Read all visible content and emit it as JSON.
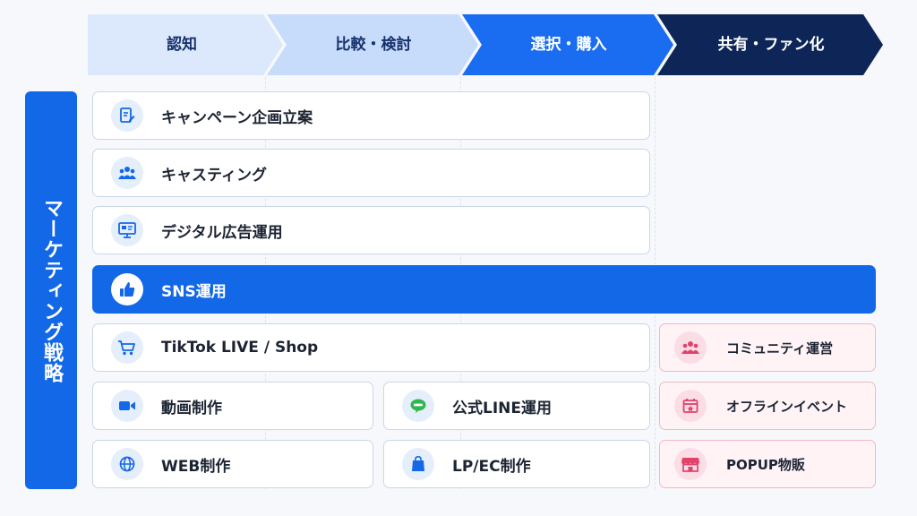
{
  "stages": [
    {
      "label": "認知",
      "fill": "#dce8fb",
      "text_color": "#16326e"
    },
    {
      "label": "比較・検討",
      "fill": "#c7dbfa",
      "text_color": "#16326e"
    },
    {
      "label": "選択・購入",
      "fill": "#1a6cf0",
      "text_color": "#ffffff"
    },
    {
      "label": "共有・ファン化",
      "fill": "#0e2557",
      "text_color": "#ffffff"
    }
  ],
  "side_label": "マーケティング戦略",
  "colors": {
    "accent": "#1368e8",
    "card_border": "#c9d7eb",
    "pink_border": "#f0b9c7",
    "pink_fill": "#fff3f6"
  },
  "services": {
    "campaign": {
      "label": "キャンペーン企画立案",
      "icon": "document-edit-icon"
    },
    "casting": {
      "label": "キャスティング",
      "icon": "people-group-icon"
    },
    "digital_ads": {
      "label": "デジタル広告運用",
      "icon": "monitor-icon"
    },
    "sns": {
      "label": "SNS運用",
      "icon": "thumbs-up-icon"
    },
    "tiktok": {
      "label": "TikTok LIVE / Shop",
      "icon": "cart-icon"
    },
    "video": {
      "label": "動画制作",
      "icon": "video-camera-icon"
    },
    "line": {
      "label": "公式LINE運用",
      "icon": "line-chat-icon"
    },
    "web": {
      "label": "WEB制作",
      "icon": "globe-icon"
    },
    "lp_ec": {
      "label": "LP/EC制作",
      "icon": "shopping-bag-icon"
    },
    "community": {
      "label": "コミュニティ運営",
      "icon": "people-group-icon"
    },
    "offline": {
      "label": "オフラインイベント",
      "icon": "calendar-star-icon"
    },
    "popup": {
      "label": "POPUP物販",
      "icon": "storefront-icon"
    }
  }
}
